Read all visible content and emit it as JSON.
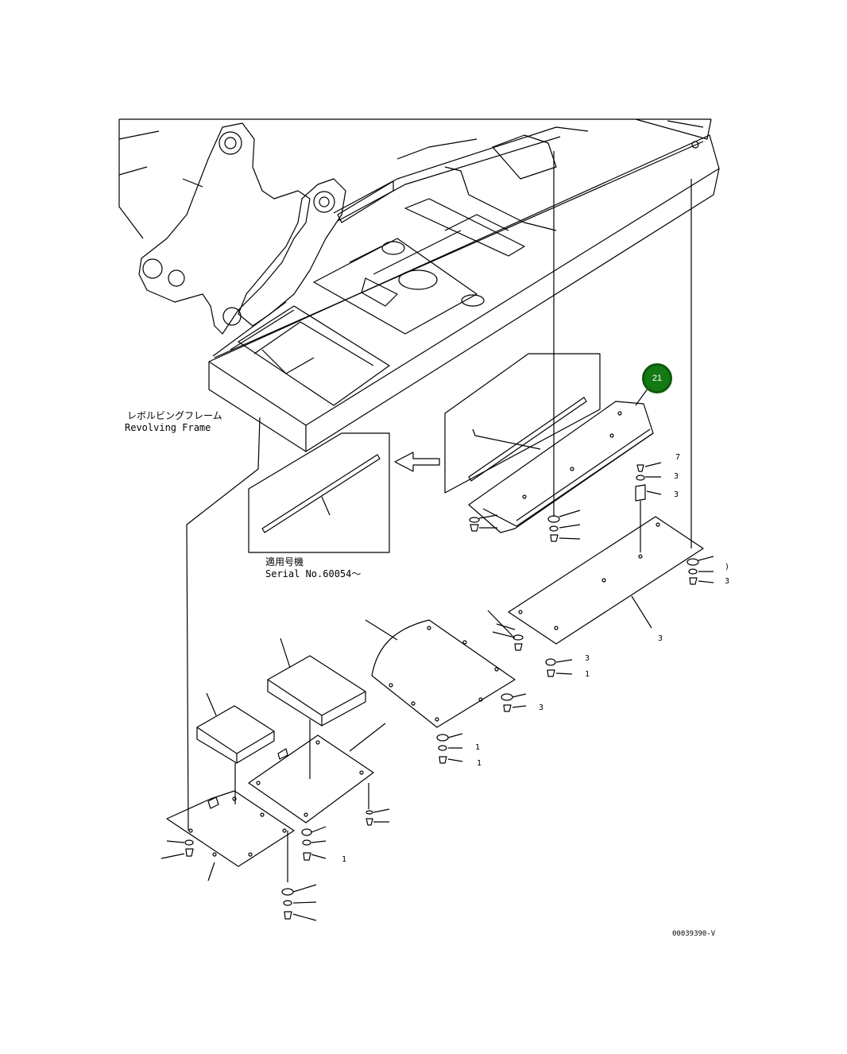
{
  "frame_label": {
    "jp": "レボルビングフレーム",
    "en": "Revolving Frame"
  },
  "serial_label": {
    "jp": "適用号機",
    "en": "Serial No.60054～"
  },
  "callout": {
    "number": "21",
    "color": "#137a13"
  },
  "drawing_code": "00039390-V",
  "index_marks": [
    "7",
    "3",
    "3",
    ")",
    "3",
    "3",
    "3",
    "1",
    "3",
    "1",
    "1",
    "1"
  ]
}
